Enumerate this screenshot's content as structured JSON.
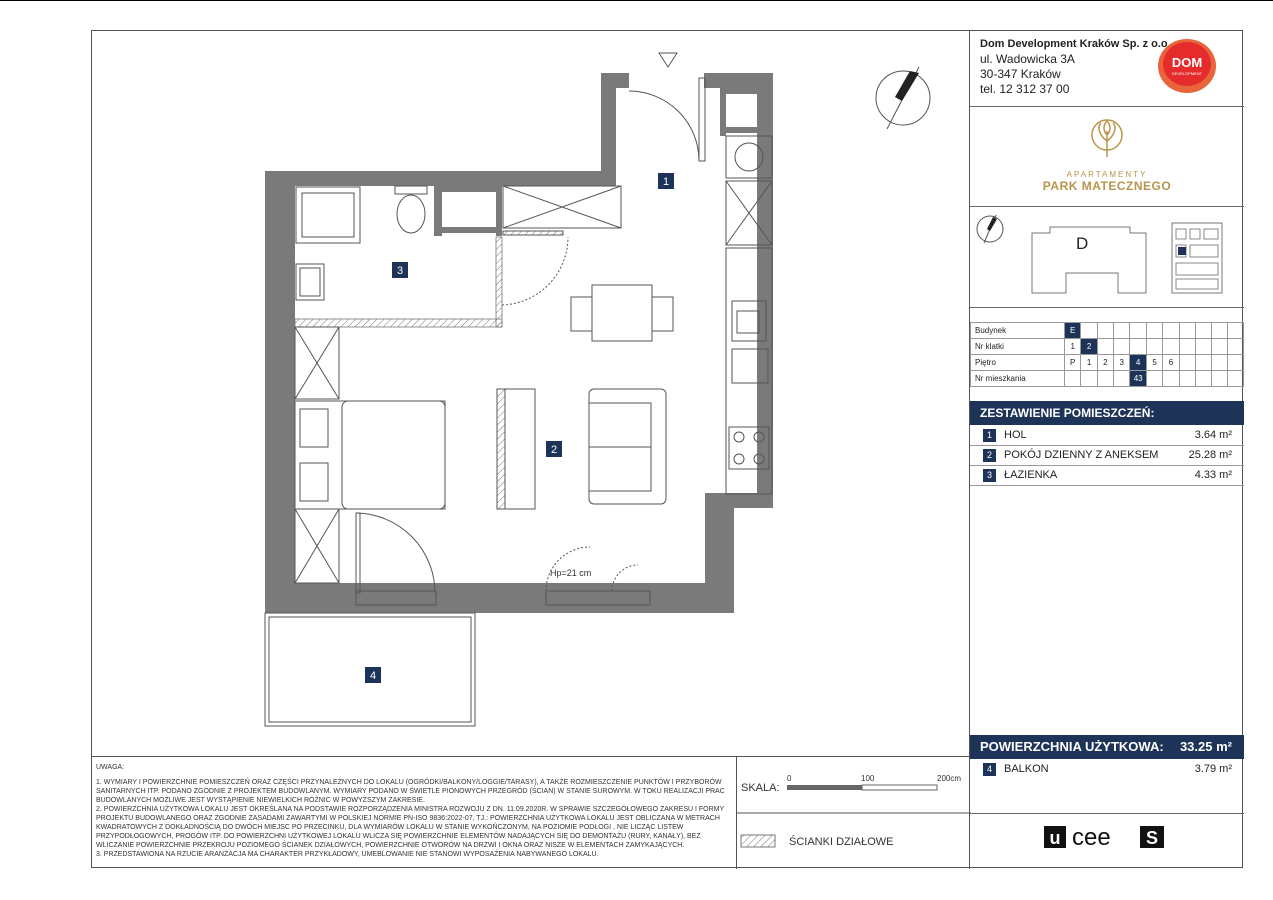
{
  "company": {
    "name": "Dom Development Kraków Sp. z o.o.",
    "street": "ul. Wadowicka 3A",
    "city": "30-347 Kraków",
    "phone": "tel. 12 312 37 00",
    "logo_text_top": "DOM",
    "logo_text_bottom": "DEVELOPMENT"
  },
  "brand": {
    "line1": "APARTAMENTY",
    "line2": "PARK MATECZNEGO"
  },
  "keyplan": {
    "building_label": "D"
  },
  "grid": {
    "rows": [
      {
        "label": "Budynek",
        "cells": [
          "E",
          "",
          "",
          "",
          "",
          "",
          "",
          "",
          "",
          "",
          ""
        ],
        "selected": 0
      },
      {
        "label": "Nr klatki",
        "cells": [
          "1",
          "2",
          "",
          "",
          "",
          "",
          "",
          "",
          "",
          "",
          ""
        ],
        "selected": 1
      },
      {
        "label": "Piętro",
        "cells": [
          "P",
          "1",
          "2",
          "3",
          "4",
          "5",
          "6",
          "",
          "",
          "",
          ""
        ],
        "selected": 4
      },
      {
        "label": "Nr mieszkania",
        "cells": [
          "",
          "",
          "",
          "",
          "43",
          "",
          "",
          "",
          "",
          "",
          ""
        ],
        "selected": 4
      }
    ]
  },
  "summary": {
    "header": "ZESTAWIENIE POMIESZCZEŃ:",
    "rooms": [
      {
        "num": "1",
        "name": "HOL",
        "area": "3.64 m²"
      },
      {
        "num": "2",
        "name": "POKÓJ DZIENNY Z ANEKSEM",
        "area": "25.28 m²"
      },
      {
        "num": "3",
        "name": "ŁAZIENKA",
        "area": "4.33 m²"
      }
    ],
    "total_label": "POWIERZCHNIA UŻYTKOWA:",
    "total_value": "33.25 m²",
    "extra": {
      "num": "4",
      "name": "BALKON",
      "area": "3.79 m²"
    }
  },
  "plan": {
    "room_labels": [
      "1",
      "2",
      "3",
      "4"
    ],
    "window_note": "Hp=21 cm"
  },
  "notes": {
    "title": "UWAGA:",
    "items": [
      "1. WYMIARY I POWIERZCHNIE POMIESZCZEŃ ORAZ CZĘŚCI PRZYNALEŻNYCH DO LOKALU (OGRÓDKI/BALKONY/LOGGIE/TARASY), A TAKŻE ROZMIESZCZENIE PUNKTÓW I PRZYBORÓW SANITARNYCH ITP. PODANO ZGODNIE Z PROJEKTEM BUDOWLANYM. WYMIARY PODANO W ŚWIETLE PIONOWYCH PRZEGRÓD (ŚCIAN) W STANIE SUROWYM. W TOKU REALIZACJI PRAC BUDOWLANYCH MOŻLIWE JEST WYSTĄPIENIE NIEWIELKICH RÓŻNIC W POWYŻSZYM ZAKRESIE.",
      "2. POWIERZCHNIA UŻYTKOWA LOKALU JEST OKREŚLANA NA PODSTAWIE ROZPORZĄDZENIA MINISTRA ROZWOJU Z DN. 11.09.2020R. W SPRAWIE SZCZEGÓŁOWEGO ZAKRESU I FORMY PROJEKTU BUDOWLANEGO ORAZ ZGODNIE ZASADAMI ZAWARTYMI W POLSKIEJ NORMIE PN-ISO 9836:2022-07, TJ.: POWIERZCHNIA UŻYTKOWA LOKALU JEST OBLICZANA W METRACH KWADRATOWYCH Z DOKŁADNOŚCIĄ DO DWÓCH MIEJSC PO PRZECINKU, DLA WYMIARÓW LOKALU W STANIE WYKOŃCZONYM, NA POZIOMIE PODŁOGI , NIE LICZĄC LISTEW PRZYPODŁOGOWYCH, PROGÓW ITP. DO POWIERZCHNI UŻYTKOWEJ LOKALU WLICZA SIĘ POWIERZCHNIE ELEMENTÓW NADAJĄCYCH SIĘ DO DEMONTAŻU (RURY, KANAŁY), BEZ WLICZANIE POWIERZCHNIE PRZEKROJU POZIOMEGO ŚCIANEK DZIAŁOWYCH, POWIERZCHNIE OTWORÓW NA DRZWI I OKNA ORAZ NISZE W ELEMENTACH ZAMYKAJĄCYCH.",
      "3. PRZEDSTAWIONA NA RZUCIE ARANŻACJA MA CHARAKTER PRZYKŁADOWY, UMEBLOWANIE NIE STANOWI WYPOSAŻENIA NABYWANEGO LOKALU."
    ]
  },
  "scale": {
    "label": "SKALA:",
    "ticks": [
      "0",
      "100",
      "200cm"
    ]
  },
  "legend": {
    "label": "ŚCIANKI DZIAŁOWE"
  },
  "footer_logo": "uceeS"
}
